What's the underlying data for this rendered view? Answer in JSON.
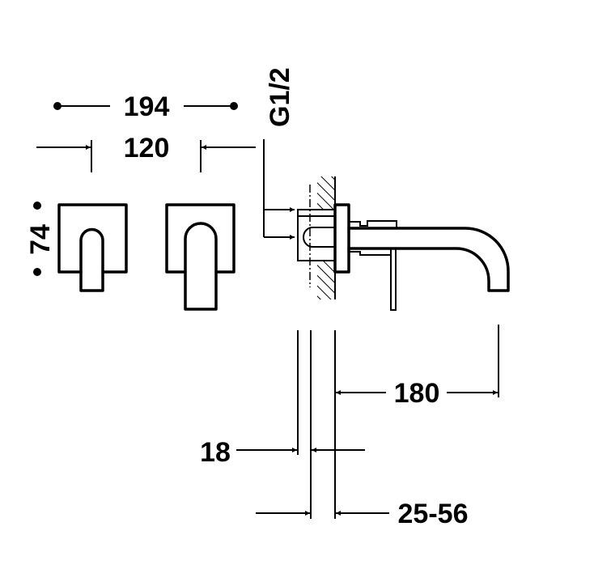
{
  "drawing": {
    "type": "technical dimension drawing",
    "subject": "wall-mounted basin mixer tap with spout and separate handle plates",
    "units": "mm",
    "colors": {
      "line": "#000000",
      "background": "#ffffff"
    }
  },
  "dimensions": {
    "overall_width": "194",
    "handle_centers": "120",
    "plate_height": "74",
    "thread": "G1/2",
    "spout_projection": "180",
    "plate_thickness": "18",
    "wall_depth_range": "25-56"
  }
}
